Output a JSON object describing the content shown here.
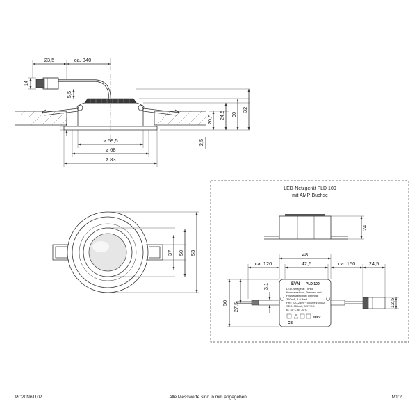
{
  "side_view": {
    "dim_cable_left": "23,5",
    "dim_cable_length": "ca. 340",
    "dim_connector_height": "14",
    "dim_cable_gap": "5,5",
    "dim_depth_a": "20,5",
    "dim_depth_b": "24,5",
    "dim_depth_c": "30",
    "dim_depth_d": "32",
    "dim_flange": "2,5",
    "dim_diam_a": "ø 59,5",
    "dim_diam_b": "ø 68",
    "dim_diam_c": "ø 83"
  },
  "front_view": {
    "dim_37": "37",
    "dim_50": "50",
    "dim_53": "53"
  },
  "psu_box": {
    "title_line1": "LED-Netzgerät PLD 109",
    "title_line2": "mit AMP-Buchse",
    "dim_height_side": "24",
    "dim_width_total": "48",
    "dim_width_body": "42,5",
    "dim_cable_in": "ca. 120",
    "dim_cable_out": "ca. 150",
    "dim_plug": "24,5",
    "dim_body_height": "50",
    "dim_inner_height": "27,5",
    "dim_top_offset": "3,1",
    "dim_plug_height": "12,5",
    "label_brand": "EVN",
    "label_model": "PLD 109",
    "label_line1": "LED-Netzgerät · IP65",
    "label_line2": "Konstantstrom, Pressen und",
    "label_line3": "Phasenabschnitt dimmbar",
    "label_line4": "350mA, 3-9 Watt",
    "label_line5": "PRI: 220-240V~ 50/60Hz 0,06A",
    "label_line6": "SEC: 350mA, 3-9V/DC",
    "label_line7": "ta: 40°C  tc: 70°C",
    "label_mark": "SELV"
  },
  "footer": {
    "code": "PC20N61102",
    "note": "Alle Messwerte sind in mm angegeben.",
    "scale": "M1:2"
  }
}
